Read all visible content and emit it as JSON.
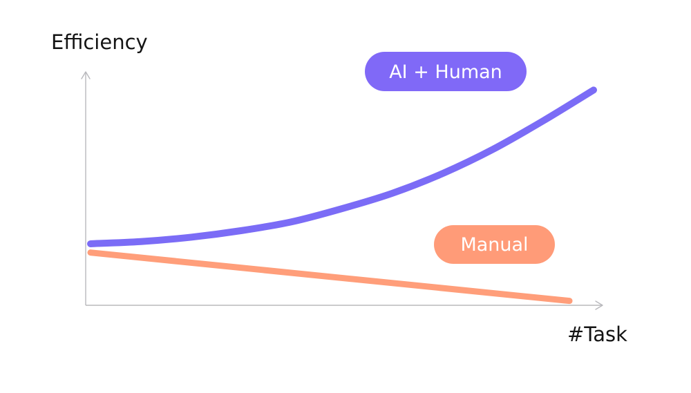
{
  "chart_data": {
    "type": "line",
    "xlabel": "#Task",
    "ylabel": "Efficiency",
    "xlim": [
      0,
      1
    ],
    "ylim": [
      0,
      1
    ],
    "grid": false,
    "axis_ticks": false,
    "legend": "inline labels",
    "series": [
      {
        "name": "AI + Human",
        "color": "#7b6cf6",
        "label_bg": "#8069f7",
        "x": [
          0,
          0.1,
          0.2,
          0.3,
          0.4,
          0.5,
          0.6,
          0.7,
          0.8,
          0.9,
          1.0
        ],
        "values": [
          0.28,
          0.29,
          0.31,
          0.34,
          0.38,
          0.44,
          0.51,
          0.6,
          0.71,
          0.84,
          0.98
        ]
      },
      {
        "name": "Manual",
        "color": "#ff9e7a",
        "label_bg": "#ff9b78",
        "x": [
          0,
          0.952
        ],
        "values": [
          0.24,
          0.02
        ]
      }
    ]
  }
}
